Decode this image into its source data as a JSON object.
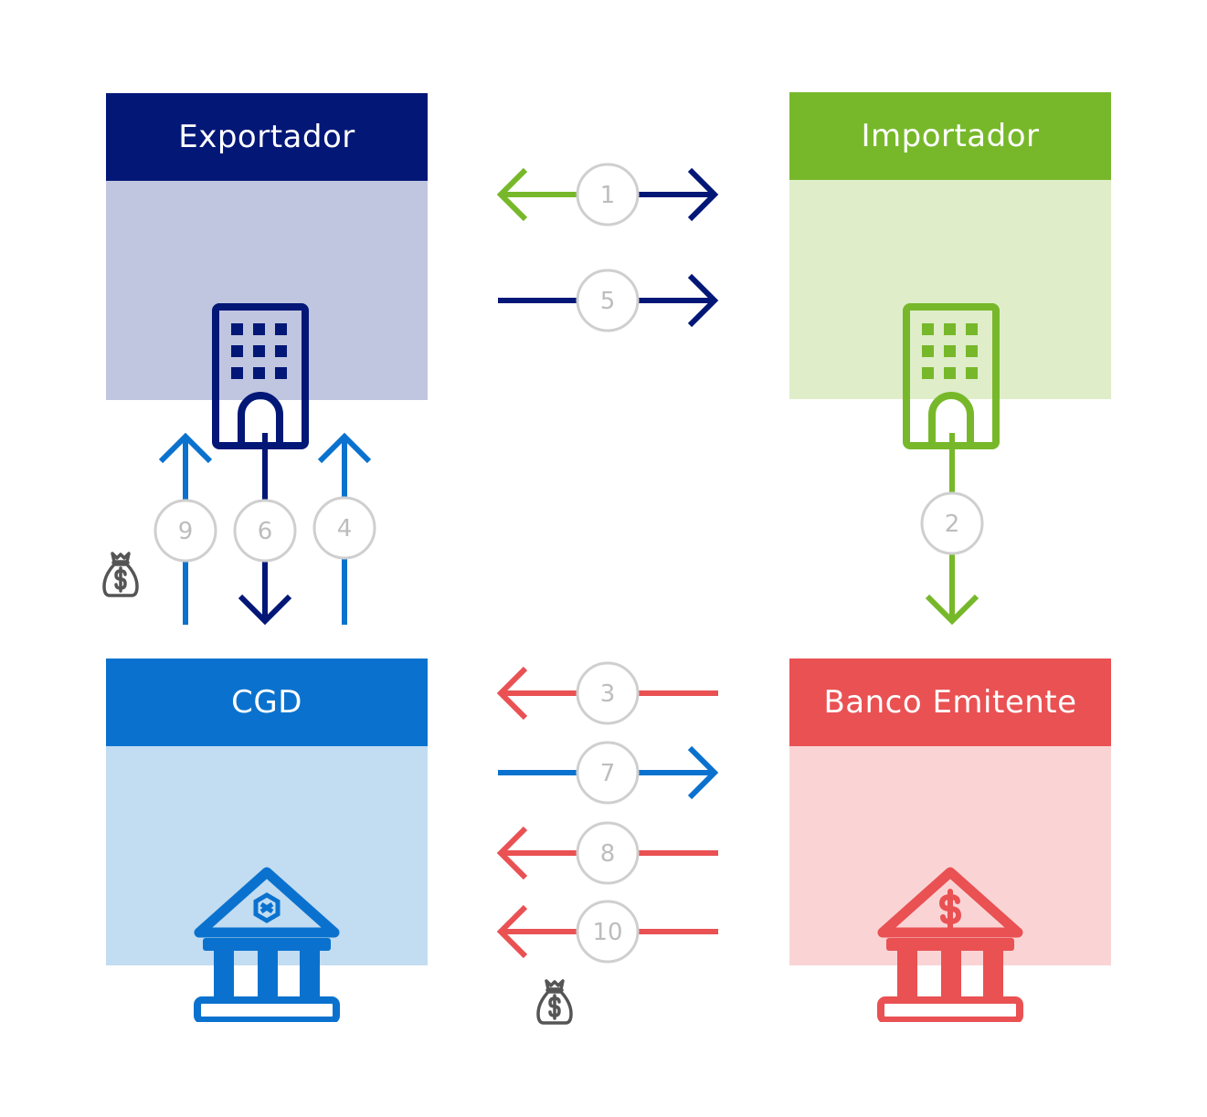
{
  "colors": {
    "navy": "#031777",
    "green": "#77b82a",
    "blue": "#0a72ce",
    "red": "#e95153",
    "gray_circle": "#cfcfcf",
    "gray_text": "#bdbdbd",
    "money_icon": "#555555"
  },
  "nodes": {
    "exportador": {
      "label": "Exportador",
      "header_color": "#031777",
      "body_color": "#c0c6e0",
      "icon": "office-building-icon"
    },
    "importador": {
      "label": "Importador",
      "header_color": "#77b82a",
      "body_color": "#dfedc9",
      "icon": "office-building-icon"
    },
    "cgd": {
      "label": "CGD",
      "header_color": "#0a72ce",
      "body_color": "#c2dcf2",
      "icon": "bank-cgd-logo-icon"
    },
    "banco": {
      "label": "Banco Emitente",
      "header_color": "#e95153",
      "body_color": "#fad4d5",
      "icon": "bank-dollar-icon"
    }
  },
  "steps": [
    {
      "label": "1",
      "between": "Exportador-Importador",
      "direction": "both"
    },
    {
      "label": "2",
      "between": "Importador-Banco Emitente",
      "direction": "down"
    },
    {
      "label": "3",
      "between": "Banco Emitente-CGD",
      "direction": "left"
    },
    {
      "label": "4",
      "between": "CGD-Exportador",
      "direction": "up"
    },
    {
      "label": "5",
      "between": "Exportador-Importador",
      "direction": "right"
    },
    {
      "label": "6",
      "between": "Exportador-CGD",
      "direction": "down"
    },
    {
      "label": "7",
      "between": "CGD-Banco Emitente",
      "direction": "right"
    },
    {
      "label": "8",
      "between": "Banco Emitente-CGD",
      "direction": "left"
    },
    {
      "label": "9",
      "between": "CGD-Exportador",
      "direction": "up"
    },
    {
      "label": "10",
      "between": "Banco Emitente-CGD",
      "direction": "left"
    }
  ],
  "money_icons": [
    "money-bag-icon",
    "money-bag-icon"
  ]
}
